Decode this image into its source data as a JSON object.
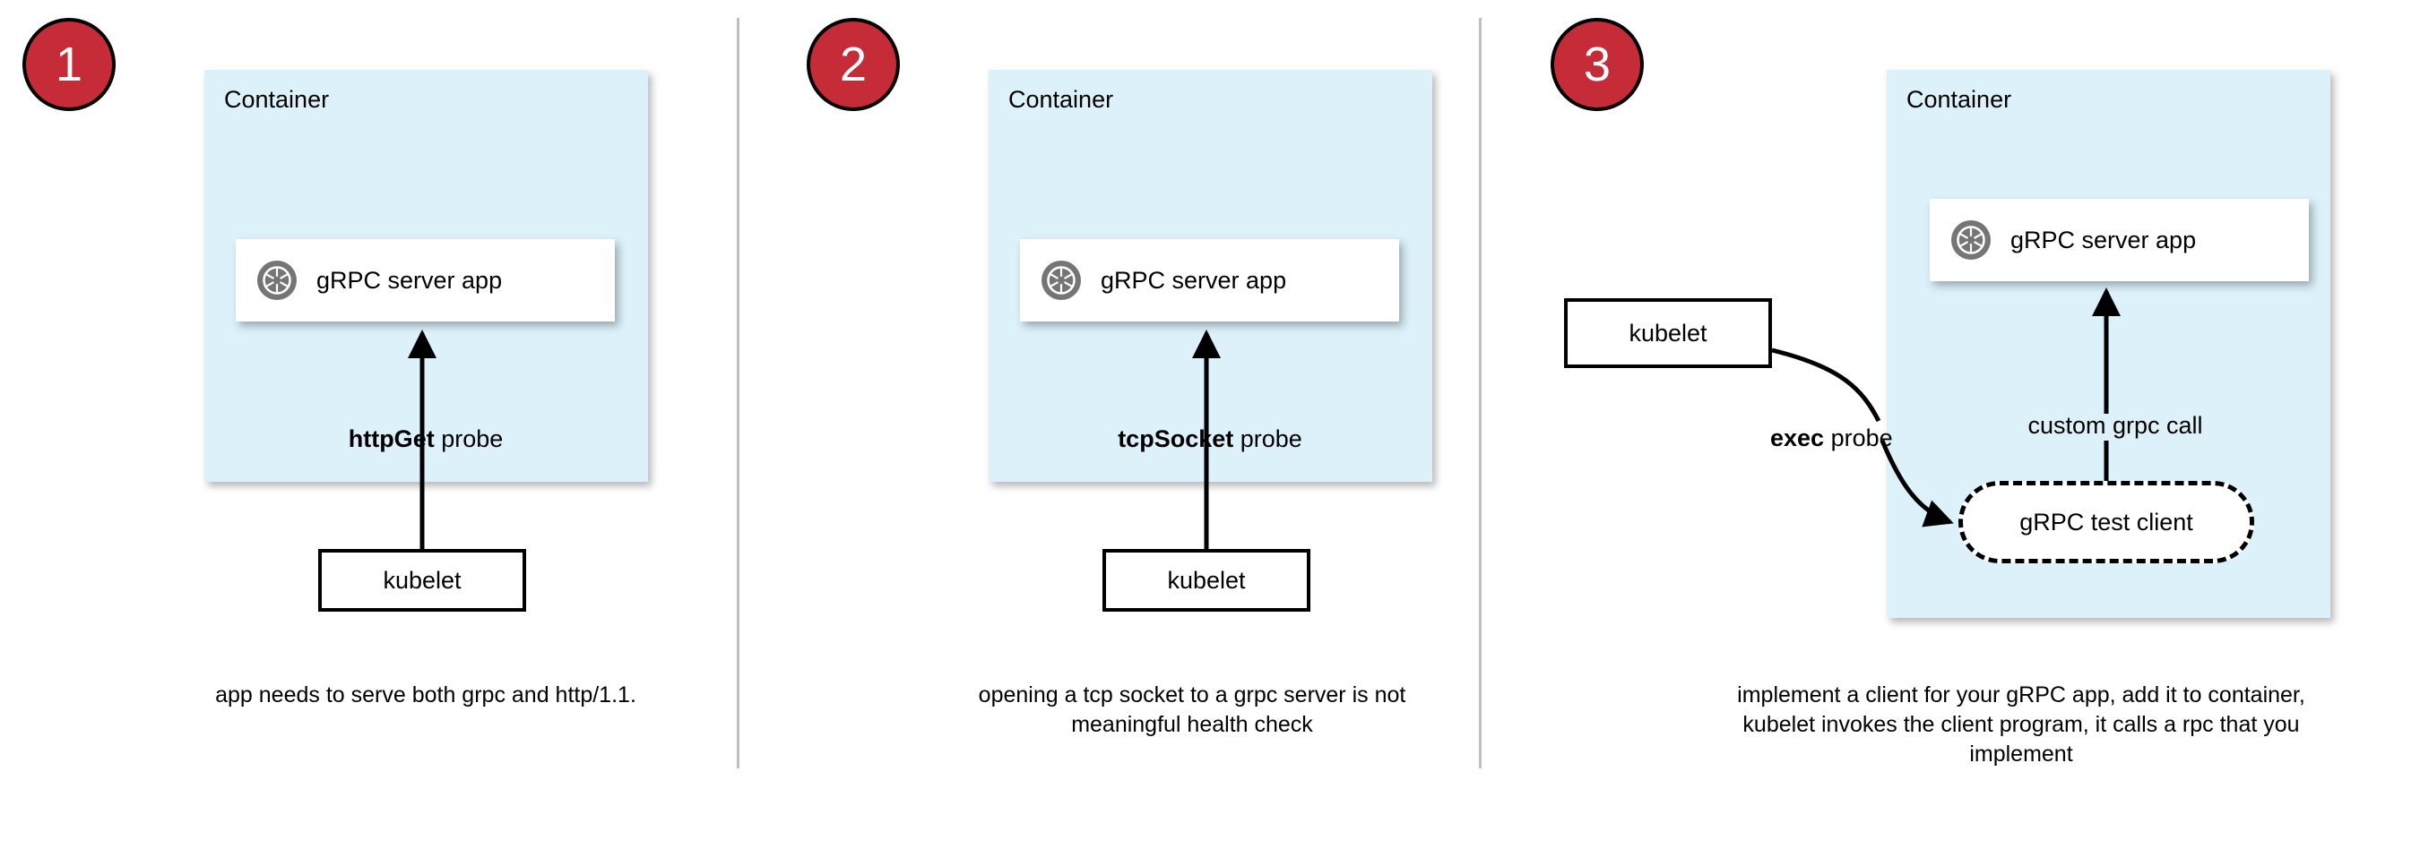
{
  "colors": {
    "badge_fill": "#c62b38",
    "badge_border": "#000000",
    "badge_text": "#ffffff",
    "container_fill": "#ddf1fb",
    "card_fill": "#ffffff",
    "stroke": "#000000",
    "divider": "#bfbfbf",
    "icon_gray": "#757575"
  },
  "panels": [
    {
      "number": "1",
      "container_label": "Container",
      "app_label": "gRPC server app",
      "app_icon": "grpc-aperture-icon",
      "probe_label_bold": "httpGet",
      "probe_label_rest": " probe",
      "kubelet_label": "kubelet",
      "caption": "app needs to serve both grpc and http/1.1."
    },
    {
      "number": "2",
      "container_label": "Container",
      "app_label": "gRPC server app",
      "app_icon": "grpc-aperture-icon",
      "probe_label_bold": "tcpSocket",
      "probe_label_rest": " probe",
      "kubelet_label": "kubelet",
      "caption": "opening a tcp socket to a grpc server is not meaningful health check"
    },
    {
      "number": "3",
      "container_label": "Container",
      "app_label": "gRPC server app",
      "app_icon": "grpc-aperture-icon",
      "probe_label_bold": "exec",
      "probe_label_rest": " probe",
      "kubelet_label": "kubelet",
      "test_client_label": "gRPC test client",
      "call_label": "custom grpc call",
      "caption": "implement a client for your gRPC app, add it to container, kubelet invokes the client program, it calls a rpc that you implement"
    }
  ]
}
